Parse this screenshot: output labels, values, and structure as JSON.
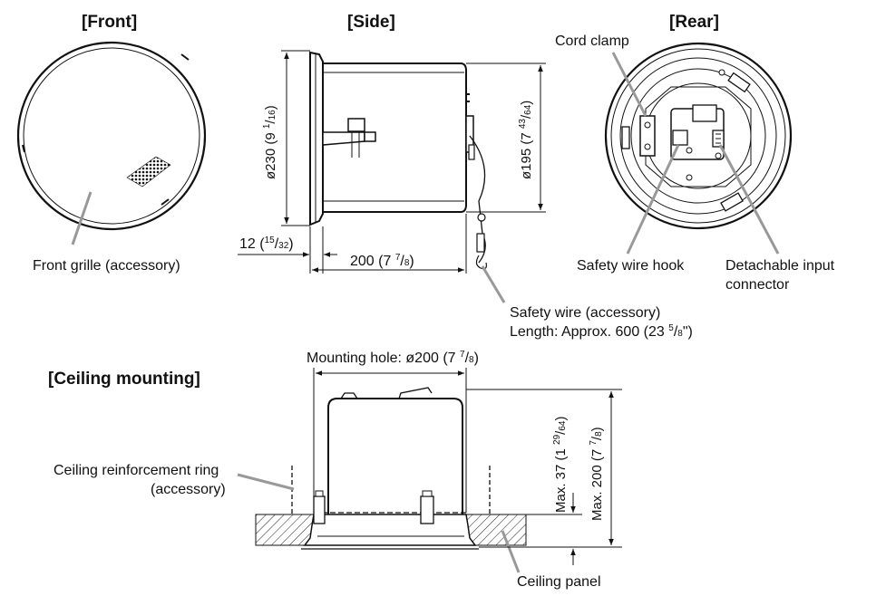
{
  "views": {
    "front": {
      "title": "[Front]",
      "grille_label": "Front grille (accessory)"
    },
    "side": {
      "title": "[Side]",
      "dia_left": {
        "main": "ø230 (9 ",
        "num": "1",
        "slash": "/",
        "den": "16",
        "close": ")"
      },
      "dia_right": {
        "main": "ø195 (7 ",
        "num": "43",
        "slash": "/",
        "den": "64",
        "close": ")"
      },
      "flange": {
        "main": "12 (",
        "num": "15",
        "slash": "/",
        "den": "32",
        "close": ")"
      },
      "depth": {
        "main": "200 (7 ",
        "num": "7",
        "slash": "/",
        "den": "8",
        "close": ")"
      },
      "safety_wire_label": "Safety wire (accessory)",
      "safety_wire_length": {
        "main": "Length: Approx. 600 (23 ",
        "num": "5",
        "slash": "/",
        "den": "8",
        "close": "\")"
      }
    },
    "rear": {
      "title": "[Rear]",
      "cord_clamp_label": "Cord clamp",
      "safety_hook_label": "Safety wire hook",
      "connector_label_line1": "Detachable input",
      "connector_label_line2": "connector"
    }
  },
  "ceiling": {
    "title": "[Ceiling mounting]",
    "mounting_hole": {
      "main": "Mounting hole: ø200 (7 ",
      "num": "7",
      "slash": "/",
      "den": "8",
      "close": ")"
    },
    "max_37": {
      "main": "Max. 37 (1 ",
      "num": "29",
      "slash": "/",
      "den": "64",
      "close": ")"
    },
    "max_200": {
      "main": "Max. 200 (7 ",
      "num": "7",
      "slash": "/",
      "den": "8",
      "close": ")"
    },
    "ring_label_line1": "Ceiling reinforcement ring",
    "ring_label_line2": "(accessory)",
    "panel_label": "Ceiling panel"
  }
}
